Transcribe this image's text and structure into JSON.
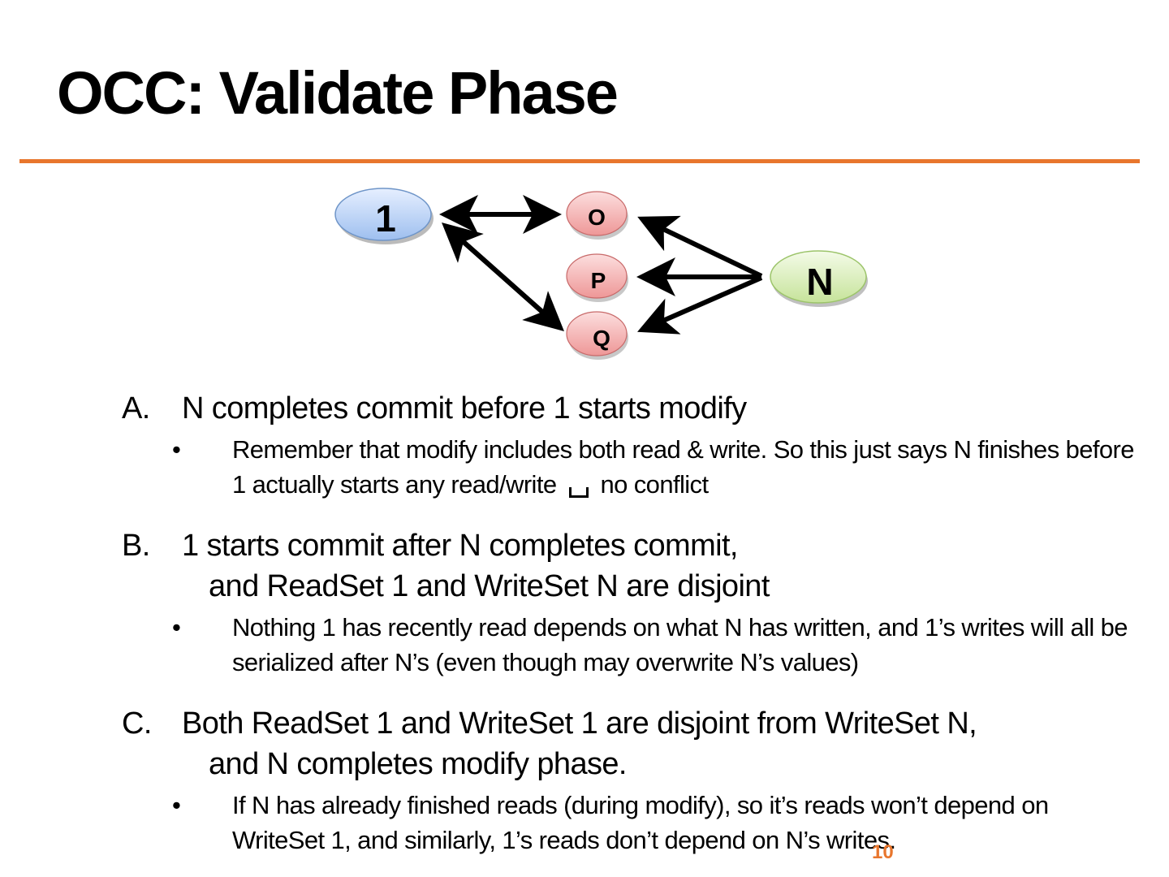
{
  "slide": {
    "title": "OCC:  Validate Phase",
    "page_number": "10",
    "accent_color": "#e8762d"
  },
  "diagram": {
    "nodes": {
      "one": "1",
      "o": "O",
      "p": "P",
      "q": "Q",
      "n": "N"
    },
    "colors": {
      "txn_1": "#a9c6f0",
      "objects": "#f2a0a0",
      "txn_n": "#cde6a4"
    }
  },
  "items": [
    {
      "letter": "A.",
      "line1": "N completes commit before 1 starts modify",
      "line2": "",
      "bullet": {
        "before": "Remember that modify includes both read & write.  So this just says N finishes before 1 actually starts any read/write",
        "after": "no conflict"
      }
    },
    {
      "letter": "B.",
      "line1": "1 starts commit after N completes commit,",
      "line2": "and ReadSet 1 and WriteSet N are disjoint",
      "bullet": "Nothing 1 has recently read depends on what N has written, and 1’s writes will all be serialized after N’s (even though may overwrite N’s values)"
    },
    {
      "letter": "C.",
      "line1": "Both ReadSet 1 and WriteSet 1 are disjoint from WriteSet N,",
      "line2": "and N completes modify phase.",
      "bullet": "If N has already finished reads (during modify), so it’s reads won’t depend on WriteSet 1, and similarly, 1’s reads don’t depend on N’s writes."
    }
  ]
}
